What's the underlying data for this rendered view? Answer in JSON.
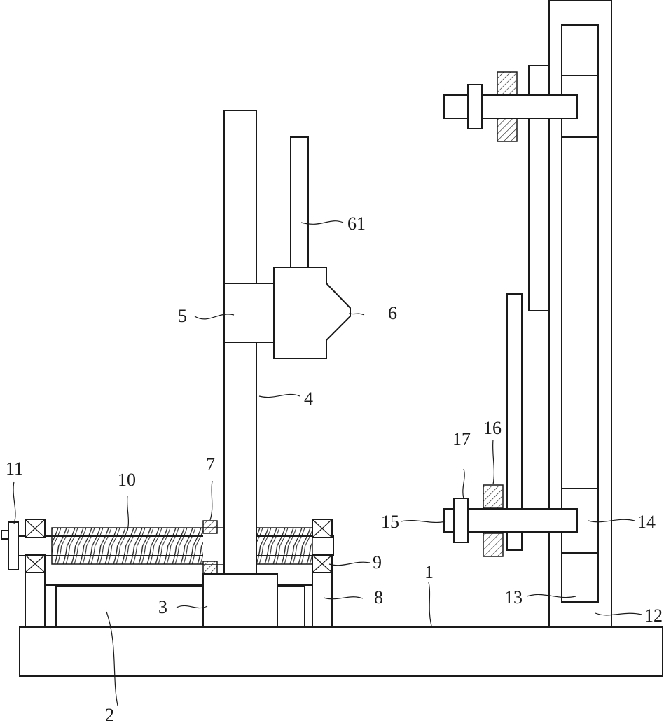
{
  "labels": {
    "base_plate": "1",
    "support_block": "2",
    "slider_block": "3",
    "vertical_column": "4",
    "column_sleeve": "5",
    "clamp_head": "6",
    "clamp_rod": "61",
    "nut_collar": "7",
    "bearing_seat": "8",
    "bearing": "9",
    "lead_screw": "10",
    "hand_wheel": "11",
    "right_frame": "12",
    "guide_slot": "13",
    "sliding_block": "14",
    "horizontal_shaft": "15",
    "lock_nut": "16",
    "shaft_collar": "17"
  },
  "colors": {
    "stroke": "#1a1a1a",
    "background": "#ffffff"
  }
}
